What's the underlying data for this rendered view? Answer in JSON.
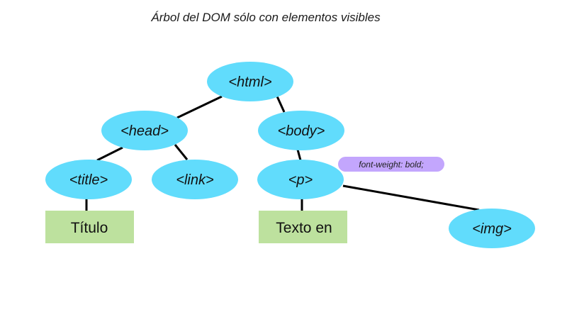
{
  "title": "Árbol del DOM sólo con elementos visibles",
  "colors": {
    "node_fill": "#61dcfc",
    "leaf_fill": "#bde19e",
    "annotation_fill": "#c3a6fd",
    "edge": "#000000"
  },
  "nodes": {
    "html": "<html>",
    "head": "<head>",
    "body": "<body>",
    "title": "<title>",
    "link": "<link>",
    "p": "<p>",
    "img": "<img>"
  },
  "leaves": {
    "title_text": "Título",
    "p_text": "Texto en"
  },
  "annotation": "font-weight: bold;"
}
